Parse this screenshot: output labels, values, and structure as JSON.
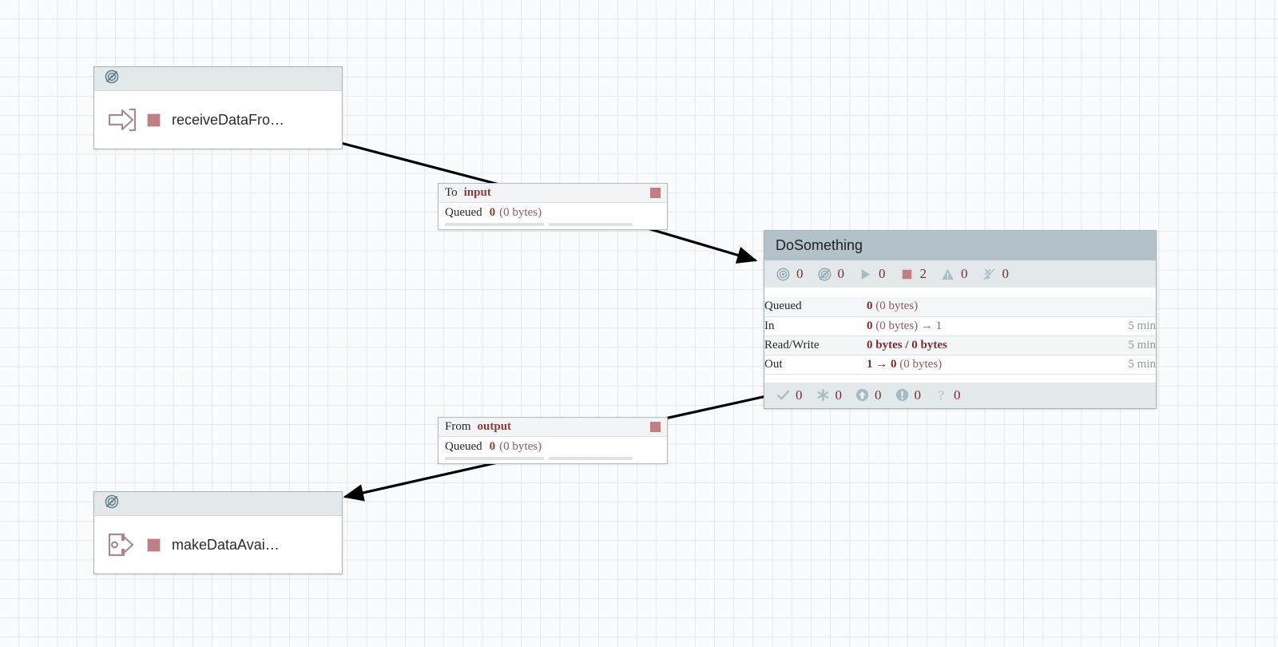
{
  "canvas": {
    "grid_color": "#e4e9ee",
    "background": "#fafbfc",
    "stopped_color": "#c07f85",
    "header_color": "#b3c1c8",
    "statusbar_color": "#e3e8ea"
  },
  "nodes": {
    "input_port": {
      "name": "receiveDataFro…",
      "icon": "input-port-icon",
      "header_icon": "not-transmitting-icon",
      "run_status": "stopped"
    },
    "output_port": {
      "name": "makeDataAvai…",
      "icon": "output-port-icon",
      "header_icon": "not-transmitting-icon",
      "run_status": "stopped"
    },
    "process_group": {
      "title": "DoSomething",
      "status": [
        {
          "icon": "transmitting-icon",
          "value": "0"
        },
        {
          "icon": "not-transmitting-icon",
          "value": "0"
        },
        {
          "icon": "running-icon",
          "value": "0"
        },
        {
          "icon": "stopped-icon",
          "value": "2"
        },
        {
          "icon": "invalid-icon",
          "value": "0"
        },
        {
          "icon": "disabled-icon",
          "value": "0"
        }
      ],
      "table": [
        {
          "label": "Queued",
          "value_bold": "0",
          "value_rest": "(0 bytes)",
          "time": ""
        },
        {
          "label": "In",
          "value_bold": "0",
          "value_rest": "(0 bytes) → 1",
          "time": "5 min"
        },
        {
          "label": "Read/Write",
          "value_bold": "0 bytes / 0 bytes",
          "value_rest": "",
          "time": "5 min"
        },
        {
          "label": "Out",
          "value_bold": "1 → 0",
          "value_rest": "(0 bytes)",
          "time": "5 min"
        }
      ],
      "version_control": [
        {
          "icon": "check-icon",
          "value": "0"
        },
        {
          "icon": "asterisk-icon",
          "value": "0"
        },
        {
          "icon": "up-arrow-circle-icon",
          "value": "0"
        },
        {
          "icon": "exclamation-circle-icon",
          "value": "0"
        },
        {
          "icon": "question-mark-icon",
          "value": "0"
        }
      ]
    }
  },
  "connections": {
    "to_input": {
      "direction_label": "To",
      "port_name": "input",
      "queued_label": "Queued",
      "queued_count": "0",
      "queued_bytes": "(0 bytes)"
    },
    "from_output": {
      "direction_label": "From",
      "port_name": "output",
      "queued_label": "Queued",
      "queued_count": "0",
      "queued_bytes": "(0 bytes)"
    }
  }
}
